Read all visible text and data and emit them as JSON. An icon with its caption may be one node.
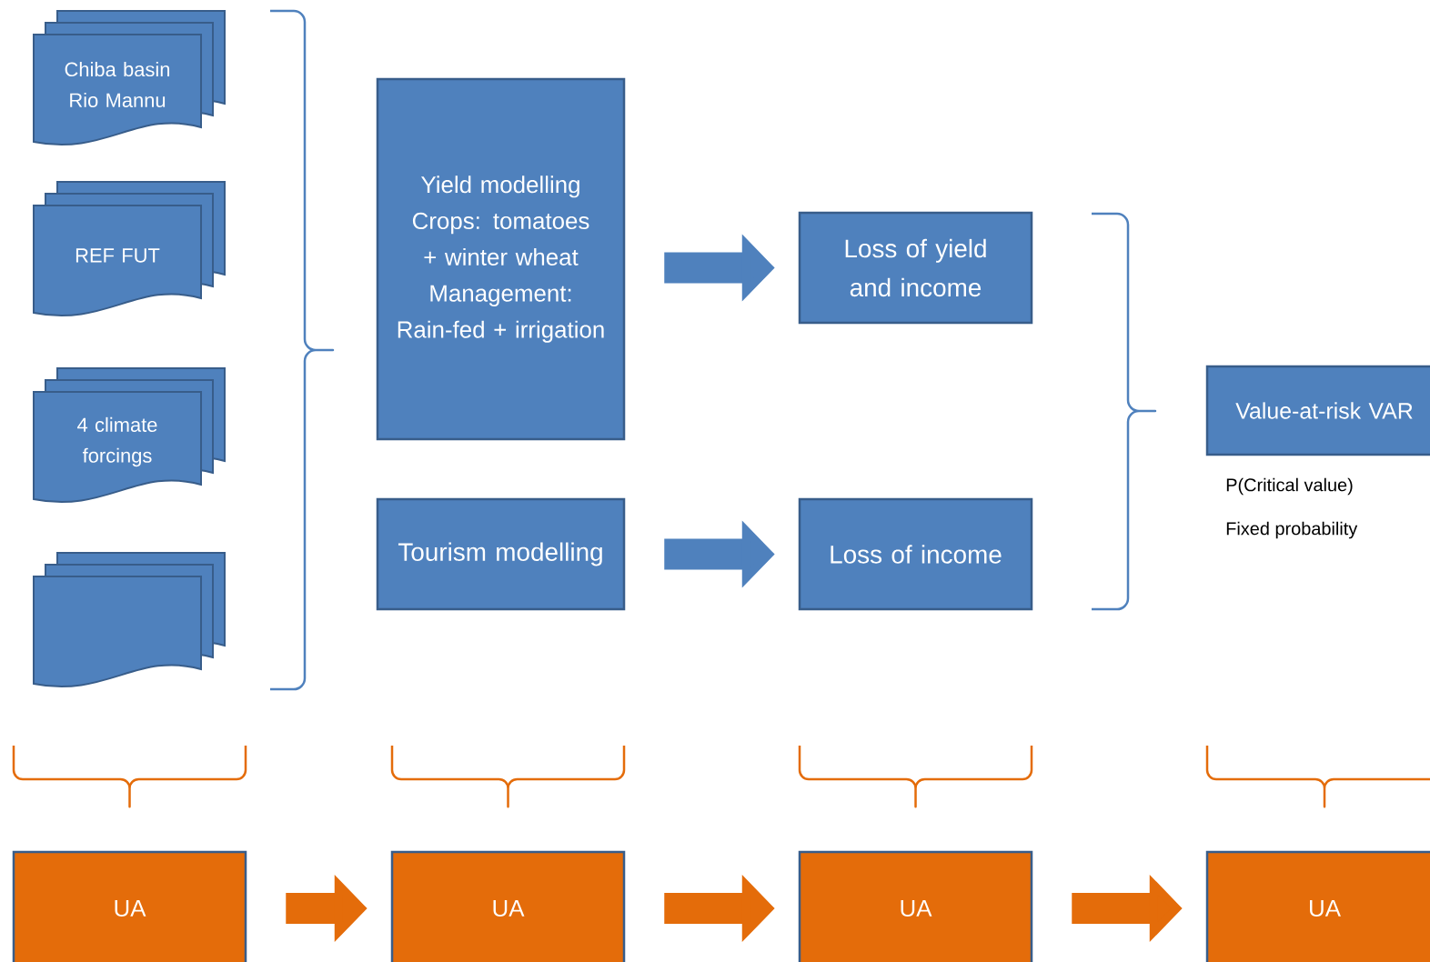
{
  "diagram": {
    "nodes": [
      {
        "text": [
          "Chiba basin Rio Mannu"
        ]
      },
      {
        "text": [
          "REF FUT"
        ]
      },
      {
        "text": [
          "4 climate forcings"
        ]
      },
      {
        "text": [],
        "shape": "document"
      },
      {
        "text": [
          "Yield modelling Crops: tomatoes + winter wheat Management: Rain-fed + irrigation"
        ]
      },
      {
        "text": [
          "Tourism modelling"
        ]
      },
      {
        "text": [
          "Loss of yield and income"
        ]
      },
      {
        "text": [
          "Loss of income"
        ]
      },
      {
        "text": [
          "Value-at-risk VAR"
        ],
        "beside": [
          "P(Critical value)",
          "Fixed probability"
        ]
      },
      {
        "text": [
          "UA"
        ]
      },
      {
        "text": [
          "UA"
        ]
      },
      {
        "text": [
          "UA"
        ]
      },
      {
        "text": [
          "UA"
        ]
      }
    ],
    "edges": [
      {
        "from": 4,
        "to": 6,
        "arrow": "to",
        "color": "#4f81bd"
      },
      {
        "from": 5,
        "to": 7,
        "arrow": "to",
        "color": "#4f81bd"
      },
      {
        "from": 9,
        "to": 10,
        "arrow": "to"
      },
      {
        "from": 10,
        "to": 11,
        "arrow": "to"
      },
      {
        "from": 11,
        "to": 12,
        "arrow": "to"
      }
    ]
  }
}
